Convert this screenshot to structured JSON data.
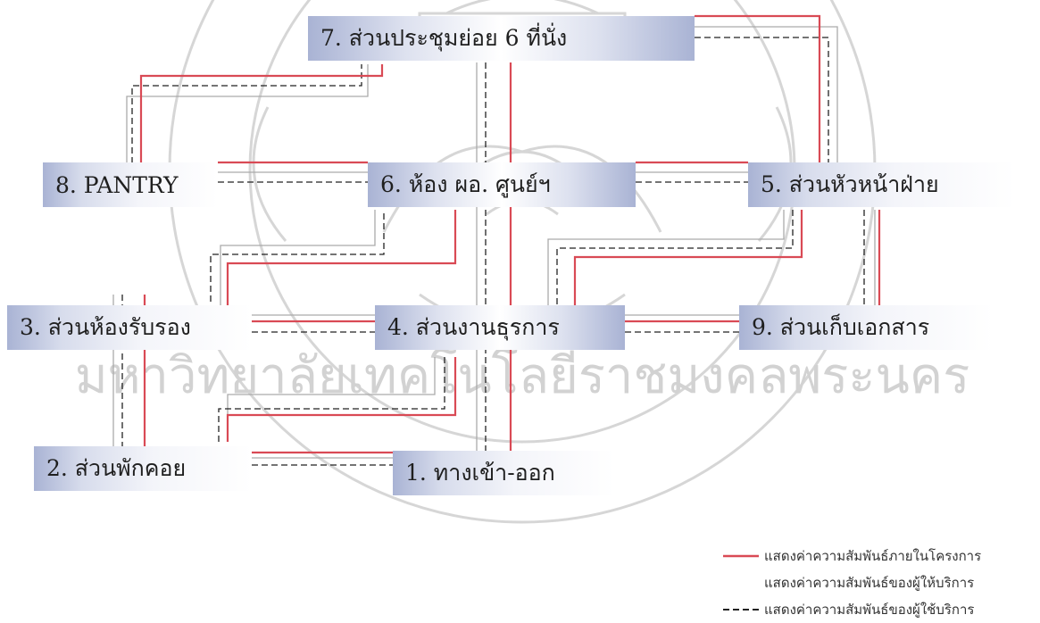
{
  "nodes": {
    "n1": "1. ทางเข้า-ออก",
    "n2": "2. ส่วนพักคอย",
    "n3": "3. ส่วนห้องรับรอง",
    "n4": "4. ส่วนงานธุรการ",
    "n5": "5. ส่วนหัวหน้าฝ่าย",
    "n6": "6. ห้อง ผอ. ศูนย์ฯ",
    "n7": "7. ส่วนประชุมย่อย 6 ที่นั่ง",
    "n8": "8. PANTRY",
    "n9": "9. ส่วนเก็บเอกสาร"
  },
  "legend": {
    "internal": "แสดงค่าความสัมพันธ์ภายในโครงการ",
    "provider": "แสดงค่าความสัมพันธ์ของผู้ให้บริการ",
    "user": "แสดงค่าความสัมพันธ์ของผู้ใช้บริการ"
  },
  "colors": {
    "internal": "#d94a55",
    "provider": "#aaaaaa",
    "user": "#222222"
  }
}
